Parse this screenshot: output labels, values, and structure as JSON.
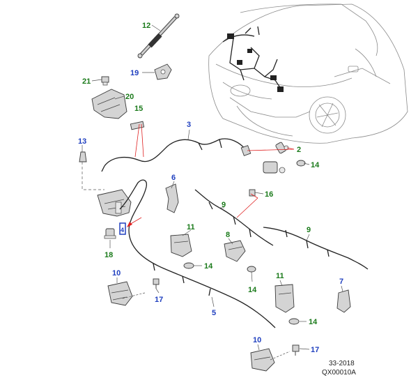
{
  "colors": {
    "callout_green": "#1a7a1a",
    "callout_blue": "#1f3fbf",
    "pointer_red": "#e02020",
    "highlight_box": "#1f3fbf"
  },
  "callouts": [
    {
      "id": "c12",
      "label": "12",
      "color": "green"
    },
    {
      "id": "c19",
      "label": "19",
      "color": "blue"
    },
    {
      "id": "c21",
      "label": "21",
      "color": "green"
    },
    {
      "id": "c20",
      "label": "20",
      "color": "green"
    },
    {
      "id": "c15",
      "label": "15",
      "color": "green"
    },
    {
      "id": "c3",
      "label": "3",
      "color": "blue"
    },
    {
      "id": "c13",
      "label": "13",
      "color": "blue"
    },
    {
      "id": "c2",
      "label": "2",
      "color": "green"
    },
    {
      "id": "c14a",
      "label": "14",
      "color": "green"
    },
    {
      "id": "c6",
      "label": "6",
      "color": "blue"
    },
    {
      "id": "c16",
      "label": "16",
      "color": "green"
    },
    {
      "id": "c9a",
      "label": "9",
      "color": "green"
    },
    {
      "id": "c4",
      "label": "4",
      "color": "blue"
    },
    {
      "id": "c18",
      "label": "18",
      "color": "green"
    },
    {
      "id": "c11a",
      "label": "11",
      "color": "green"
    },
    {
      "id": "c8",
      "label": "8",
      "color": "green"
    },
    {
      "id": "c9b",
      "label": "9",
      "color": "green"
    },
    {
      "id": "c14b",
      "label": "14",
      "color": "green"
    },
    {
      "id": "c10a",
      "label": "10",
      "color": "blue"
    },
    {
      "id": "c14c",
      "label": "14",
      "color": "green"
    },
    {
      "id": "c17a",
      "label": "17",
      "color": "blue"
    },
    {
      "id": "c5",
      "label": "5",
      "color": "blue"
    },
    {
      "id": "c11b",
      "label": "11",
      "color": "green"
    },
    {
      "id": "c7",
      "label": "7",
      "color": "blue"
    },
    {
      "id": "c14d",
      "label": "14",
      "color": "green"
    },
    {
      "id": "c10b",
      "label": "10",
      "color": "blue"
    },
    {
      "id": "c17b",
      "label": "17",
      "color": "blue"
    }
  ],
  "footer": {
    "line1": "33-2018",
    "line2": "QX00010A"
  }
}
